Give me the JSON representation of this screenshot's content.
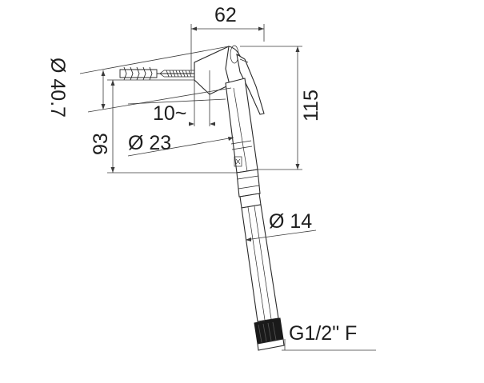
{
  "dimensions": {
    "width_62": "62",
    "diameter_40_7": "Ø 40.7",
    "height_115": "115",
    "offset_10": "10~",
    "height_93": "93",
    "diameter_23": "Ø 23",
    "diameter_14": "Ø 14",
    "thread": "G1/2\" F"
  },
  "colors": {
    "line": "#2a2a2a",
    "nut": "#1a1a1a",
    "background": "#ffffff"
  }
}
